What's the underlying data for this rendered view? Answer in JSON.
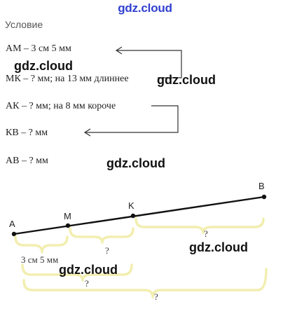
{
  "header": {
    "site_name": "gdz.cloud"
  },
  "section": {
    "title": "Условие"
  },
  "condition": {
    "lines": [
      "АМ – 3 см 5 мм",
      "МК – ? мм; на 13 мм длиннее",
      "АК – ? мм; на 8 мм короче",
      "КВ – ? мм",
      "АВ – ? мм"
    ]
  },
  "watermark": {
    "text": "gdz.cloud"
  },
  "diagram": {
    "points": {
      "A": "A",
      "M": "M",
      "K": "K",
      "B": "B"
    },
    "brace_labels": {
      "am": "3 см 5 мм",
      "mk": "?",
      "kb": "?",
      "ak": "?",
      "ab": "?"
    }
  },
  "colors": {
    "header_blue": "#2f3fd0",
    "brace_yellow": "#f2eeb0",
    "text_dark": "#222222"
  }
}
